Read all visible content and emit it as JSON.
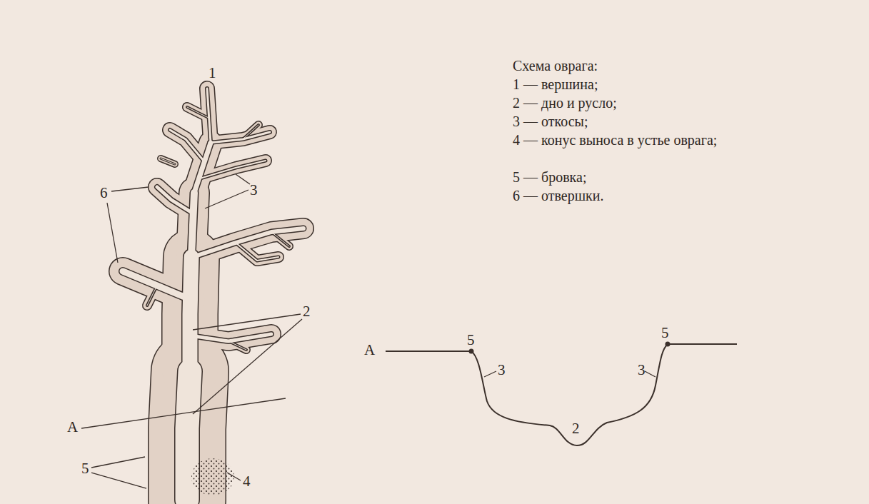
{
  "diagram": {
    "title": "Схема оврага:",
    "labels": [
      "1 — вершина;",
      "2 — дно и русло;",
      "3 — откосы;",
      "4 — конус выноса в устье оврага;",
      "5 — бровка;",
      "6 — отвершки.",
      "1",
      "6",
      "3",
      "2",
      "5",
      "А",
      "4",
      "А",
      "5",
      "3",
      "2",
      "3",
      "5"
    ]
  }
}
